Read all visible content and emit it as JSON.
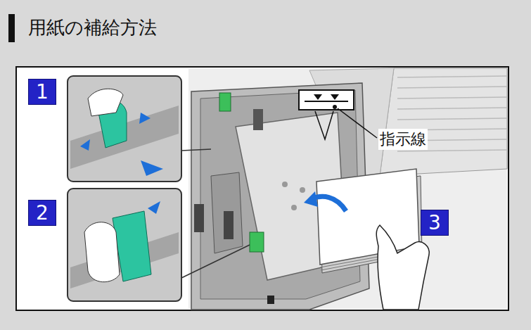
{
  "diagram": {
    "title": "用紙の補給方法",
    "nodes": [
      {
        "text": [
          "1"
        ]
      },
      {
        "text": [
          "2"
        ]
      },
      {
        "text": [
          "3"
        ]
      }
    ],
    "labels": [
      "指示線"
    ]
  }
}
